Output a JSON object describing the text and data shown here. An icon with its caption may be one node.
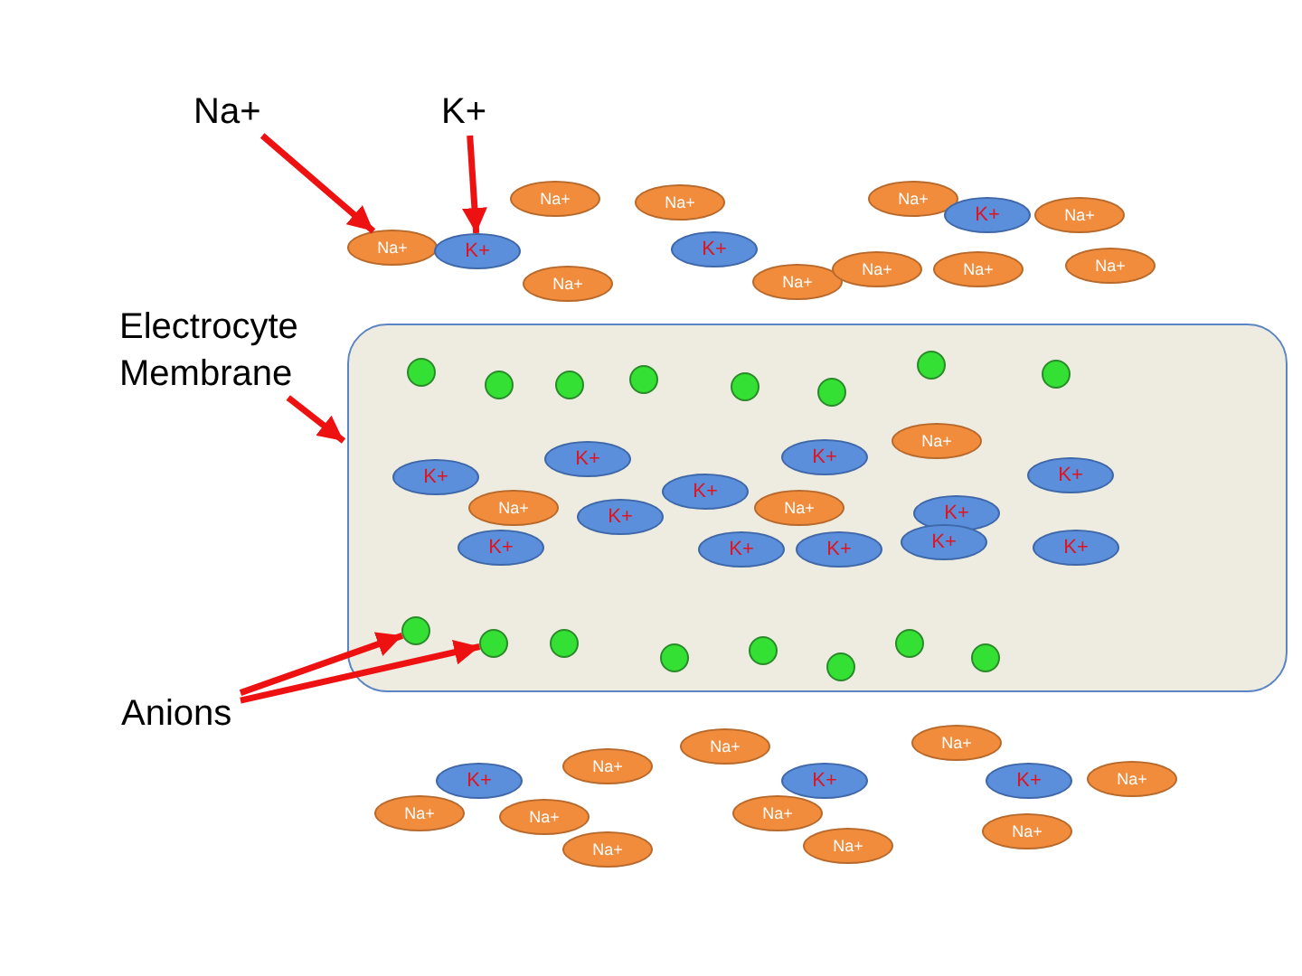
{
  "diagram": {
    "nodes": [
      {
        "text": [
          "Na+"
        ]
      },
      {
        "text": [
          "K+"
        ]
      },
      {
        "text": [
          "Na+"
        ]
      },
      {
        "text": [
          "K+"
        ]
      },
      {
        "text": [
          "Na+"
        ]
      },
      {
        "text": [
          "Na+"
        ]
      },
      {
        "text": [
          "K+"
        ]
      },
      {
        "text": [
          "Na+"
        ]
      },
      {
        "text": [
          "Na+"
        ]
      },
      {
        "text": [
          "K+"
        ]
      },
      {
        "text": [
          "Na+"
        ]
      },
      {
        "text": [
          "Na+"
        ]
      },
      {
        "text": [
          "Na+"
        ]
      },
      {
        "text": [
          "Na+"
        ]
      },
      {
        "text": [
          "Na+"
        ]
      },
      {
        "text": [
          "Electrocyte Membrane"
        ]
      },
      {
        "text": [],
        "shape": "box"
      },
      {
        "text": [],
        "shape": "circle",
        "in": 16
      },
      {
        "text": [],
        "shape": "circle",
        "in": 16
      },
      {
        "text": [],
        "shape": "circle",
        "in": 16
      },
      {
        "text": [],
        "shape": "circle",
        "in": 16
      },
      {
        "text": [],
        "shape": "circle",
        "in": 16
      },
      {
        "text": [],
        "shape": "circle",
        "in": 16
      },
      {
        "text": [],
        "shape": "circle",
        "in": 16
      },
      {
        "text": [],
        "shape": "circle",
        "in": 16
      },
      {
        "text": [
          "K+"
        ],
        "in": 16
      },
      {
        "text": [
          "K+"
        ],
        "in": 16
      },
      {
        "text": [
          "K+"
        ],
        "in": 16
      },
      {
        "text": [
          "Na+"
        ],
        "in": 16
      },
      {
        "text": [
          "K+"
        ],
        "in": 16
      },
      {
        "text": [
          "K+"
        ],
        "in": 16
      },
      {
        "text": [
          "Na+"
        ],
        "in": 16
      },
      {
        "text": [
          "K+"
        ],
        "in": 16
      },
      {
        "text": [
          "Na+"
        ],
        "in": 16
      },
      {
        "text": [
          "K+"
        ],
        "in": 16
      },
      {
        "text": [
          "K+"
        ],
        "in": 16
      },
      {
        "text": [
          "K+"
        ],
        "in": 16
      },
      {
        "text": [
          "K+"
        ],
        "in": 16
      },
      {
        "text": [
          "K+"
        ],
        "in": 16
      },
      {
        "text": [
          "K+"
        ],
        "in": 16
      },
      {
        "text": [],
        "shape": "circle",
        "in": 16
      },
      {
        "text": [],
        "shape": "circle",
        "in": 16
      },
      {
        "text": [],
        "shape": "circle",
        "in": 16
      },
      {
        "text": [],
        "shape": "circle",
        "in": 16
      },
      {
        "text": [],
        "shape": "circle",
        "in": 16
      },
      {
        "text": [],
        "shape": "circle",
        "in": 16
      },
      {
        "text": [],
        "shape": "circle",
        "in": 16
      },
      {
        "text": [],
        "shape": "circle",
        "in": 16
      },
      {
        "text": [
          "Anions"
        ]
      },
      {
        "text": [
          "Na+"
        ]
      },
      {
        "text": [
          "Na+"
        ]
      },
      {
        "text": [
          "Na+"
        ]
      },
      {
        "text": [
          "K+"
        ]
      },
      {
        "text": [
          "K+"
        ]
      },
      {
        "text": [
          "K+"
        ]
      },
      {
        "text": [
          "Na+"
        ]
      },
      {
        "text": [
          "Na+"
        ]
      },
      {
        "text": [
          "Na+"
        ]
      },
      {
        "text": [
          "Na+"
        ]
      },
      {
        "text": [
          "Na+"
        ]
      },
      {
        "text": [
          "Na+"
        ]
      },
      {
        "text": [
          "Na+"
        ]
      }
    ],
    "edges": [
      {
        "from": 0,
        "to": 2,
        "arrow": "to"
      },
      {
        "from": 1,
        "to": 3,
        "arrow": "to"
      },
      {
        "from": 15,
        "to": 16,
        "arrow": "to"
      },
      {
        "from": 48,
        "to": 40,
        "arrow": "to"
      },
      {
        "from": 48,
        "to": 41,
        "arrow": "to"
      }
    ]
  }
}
